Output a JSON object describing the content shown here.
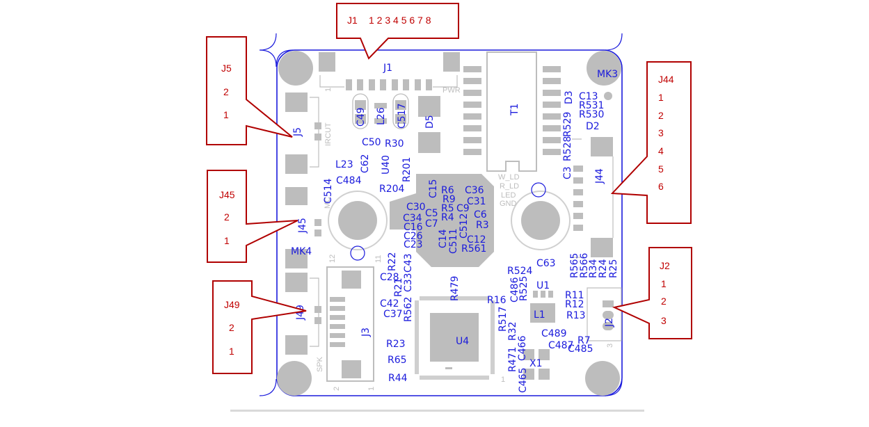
{
  "diagram": {
    "title": "PCB connector pinout layout",
    "colors": {
      "board_outline": "#1a1adc",
      "refdes_text": "#1a1adc",
      "pad_fill": "#bdbdbd",
      "silkscreen": "#bdbdbd",
      "callout_stroke": "#b00000",
      "callout_text": "#c00000"
    },
    "callouts": {
      "J1": {
        "label": "J1",
        "pins": "1 2 3 4 5 6 7 8"
      },
      "J5": {
        "label": "J5",
        "pins": [
          "2",
          "1"
        ]
      },
      "J45": {
        "label": "J45",
        "pins": [
          "2",
          "1"
        ]
      },
      "J49": {
        "label": "J49",
        "pins": [
          "2",
          "1"
        ]
      },
      "J44": {
        "label": "J44",
        "pins": [
          "1",
          "2",
          "3",
          "4",
          "5",
          "6"
        ]
      },
      "J2": {
        "label": "J2",
        "pins": [
          "1",
          "2",
          "3"
        ]
      }
    },
    "silkscreen": {
      "pwr": "PWR",
      "ircut": "IRCUT",
      "spk": "SPK",
      "w_ld": "W_LD",
      "r_ld": "R_LD",
      "led": "LED",
      "gnd": "GND",
      "pin1": "1",
      "pin2": "2",
      "pin3": "3",
      "pin11": "11",
      "pin12": "12",
      "mc": "MC"
    },
    "refdes": {
      "J1": "J1",
      "MK3": "MK3",
      "MK4": "MK4",
      "J5": "J5",
      "J45": "J45",
      "J49": "J49",
      "J44": "J44",
      "J2": "J2",
      "J3": "J3",
      "T1": "T1",
      "U1": "U1",
      "U4": "U4",
      "U40": "U40",
      "L1": "L1",
      "L23": "L23",
      "L26": "L26",
      "X1": "X1",
      "D2": "D2",
      "D3": "D3",
      "D5": "D5",
      "C3": "C3",
      "C5": "C5",
      "C6": "C6",
      "C7": "C7",
      "C9": "C9",
      "C12": "C12",
      "C13": "C13",
      "C14": "C14",
      "C15": "C15",
      "C16": "C16",
      "C23": "C23",
      "C26": "C26",
      "C28": "C28",
      "C30": "C30",
      "C31": "C31",
      "C33": "C33",
      "C34": "C34",
      "C36": "C36",
      "C37": "C37",
      "C42": "C42",
      "C43": "C43",
      "C49": "C49",
      "C50": "C50",
      "C62": "C62",
      "C63": "C63",
      "C465": "C465",
      "C466": "C466",
      "C484": "C484",
      "C485": "C485",
      "C486": "C486",
      "C487": "C487",
      "C489": "C489",
      "C511": "C511",
      "C512": "C512",
      "C514": "C514",
      "C517": "C517",
      "R3": "R3",
      "R4": "R4",
      "R5": "R5",
      "R6": "R6",
      "R7": "R7",
      "R9": "R9",
      "R11": "R11",
      "R12": "R12",
      "R13": "R13",
      "R16": "R16",
      "R21": "R21",
      "R22": "R22",
      "R23": "R23",
      "R24": "R24",
      "R25": "R25",
      "R30": "R30",
      "R32": "R32",
      "R34": "R34",
      "R44": "R44",
      "R65": "R65",
      "R201": "R201",
      "R204": "R204",
      "R471": "R471",
      "R479": "R479",
      "R517": "R517",
      "R524": "R524",
      "R525": "R525",
      "R528": "R528",
      "R529": "R529",
      "R530": "R530",
      "R531": "R531",
      "R561": "R561",
      "R562": "R562",
      "R565": "R565",
      "R566": "R566"
    }
  }
}
